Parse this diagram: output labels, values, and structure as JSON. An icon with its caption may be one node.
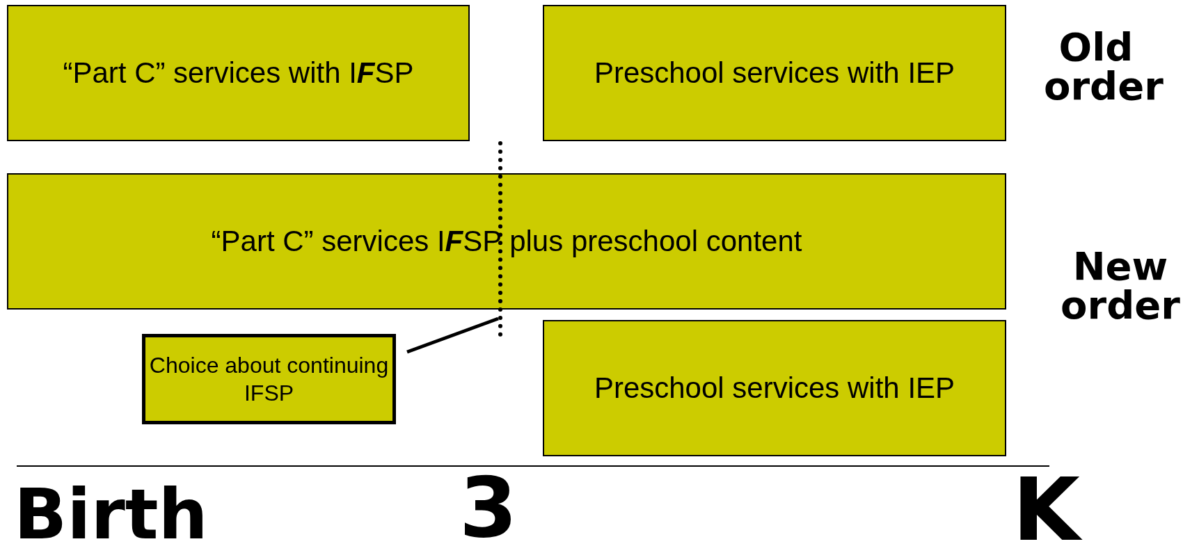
{
  "diagram": {
    "nodes": [
      {
        "text": [
          "“Part C” services with I**F**SP"
        ]
      },
      {
        "text": [
          "Preschool services with IEP"
        ]
      },
      {
        "text": [
          "“Part C” services I**F**SP plus preschool content"
        ]
      },
      {
        "text": [],
        "shape": "line"
      },
      {
        "text": [
          "Choice about continuing IFSP"
        ]
      },
      {
        "text": [
          "Preschool services with IEP"
        ]
      }
    ],
    "edges": [
      {
        "from": 4,
        "to": 3,
        "arrow": "none"
      }
    ],
    "labels": [
      "Old order",
      "New order",
      "Birth",
      "3",
      "K"
    ]
  }
}
